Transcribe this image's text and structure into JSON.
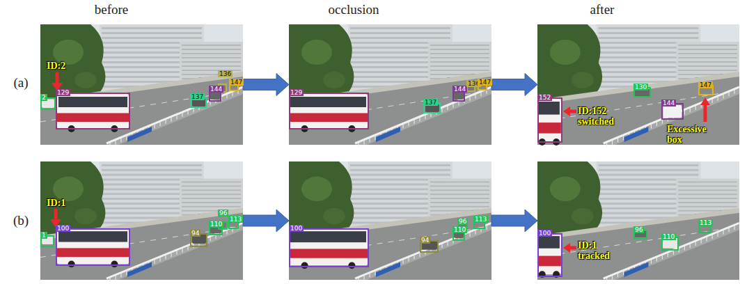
{
  "diagram": {
    "nodes": [
      {
        "text": [
          "ID:2"
        ]
      },
      {
        "text": [
          "2"
        ],
        "in": 0
      },
      {
        "text": [
          "129"
        ],
        "in": 0
      },
      {
        "text": [
          "137"
        ],
        "in": 0
      },
      {
        "text": [
          "144"
        ],
        "in": 0
      },
      {
        "text": [
          "136"
        ],
        "in": 0
      },
      {
        "text": [
          "147"
        ],
        "in": 0
      },
      {
        "text": []
      },
      {
        "text": [
          "129"
        ],
        "in": 7
      },
      {
        "text": [
          "137"
        ],
        "in": 7
      },
      {
        "text": [
          "144"
        ],
        "in": 7
      },
      {
        "text": [
          "136"
        ],
        "in": 7
      },
      {
        "text": [
          "147"
        ],
        "in": 7
      },
      {
        "text": [
          "ID:152 switched",
          "Excessive box"
        ]
      },
      {
        "text": [
          "152"
        ],
        "in": 13
      },
      {
        "text": [
          "130"
        ],
        "in": 13
      },
      {
        "text": [
          "144"
        ],
        "in": 13
      },
      {
        "text": [
          "147"
        ],
        "in": 13
      },
      {
        "text": [
          "ID:1"
        ]
      },
      {
        "text": [
          "1"
        ],
        "in": 18
      },
      {
        "text": [
          "100"
        ],
        "in": 18
      },
      {
        "text": [
          "94"
        ],
        "in": 18
      },
      {
        "text": [
          "110"
        ],
        "in": 18
      },
      {
        "text": [
          "96"
        ],
        "in": 18
      },
      {
        "text": [
          "113"
        ],
        "in": 18
      },
      {
        "text": []
      },
      {
        "text": [
          "100"
        ],
        "in": 25
      },
      {
        "text": [
          "94"
        ],
        "in": 25
      },
      {
        "text": [
          "110"
        ],
        "in": 25
      },
      {
        "text": [
          "96"
        ],
        "in": 25
      },
      {
        "text": [
          "113"
        ],
        "in": 25
      },
      {
        "text": [
          "ID:1 tracked"
        ]
      },
      {
        "text": [
          "100"
        ],
        "in": 31
      },
      {
        "text": [
          "110"
        ],
        "in": 31
      },
      {
        "text": [
          "96"
        ],
        "in": 31
      },
      {
        "text": [
          "113"
        ],
        "in": 31
      }
    ],
    "edges": [
      {
        "from": 0,
        "to": 7,
        "arrow": "to"
      },
      {
        "from": 7,
        "to": 13,
        "arrow": "to"
      },
      {
        "from": 18,
        "to": 25,
        "arrow": "to"
      },
      {
        "from": 25,
        "to": 31,
        "arrow": "to"
      }
    ],
    "labels": [
      "before",
      "occlusion",
      "after",
      "(a)",
      "(b)"
    ]
  }
}
